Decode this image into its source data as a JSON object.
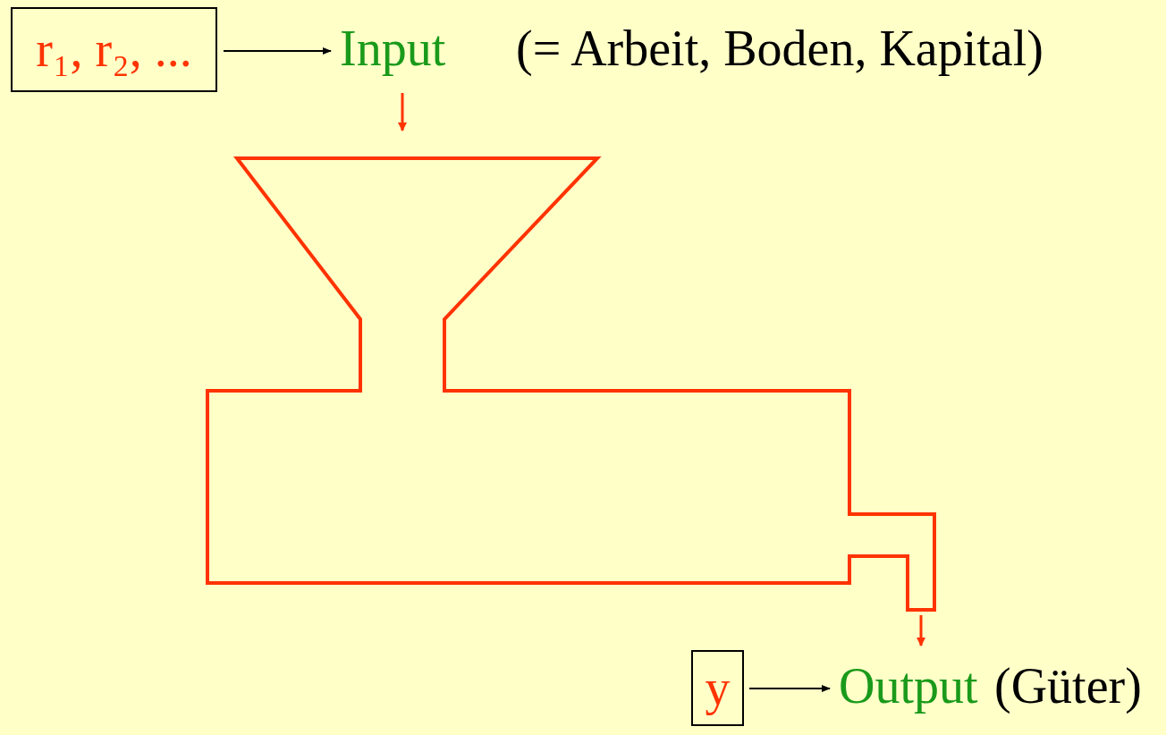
{
  "diagram": {
    "nodes": [
      {
        "text": [
          "r₁, r₂, ..."
        ]
      },
      {
        "text": [
          "y"
        ]
      }
    ],
    "labels": [
      "Input",
      "(= Arbeit, Boden, Kapital)",
      "Output",
      "(Güter)"
    ]
  }
}
